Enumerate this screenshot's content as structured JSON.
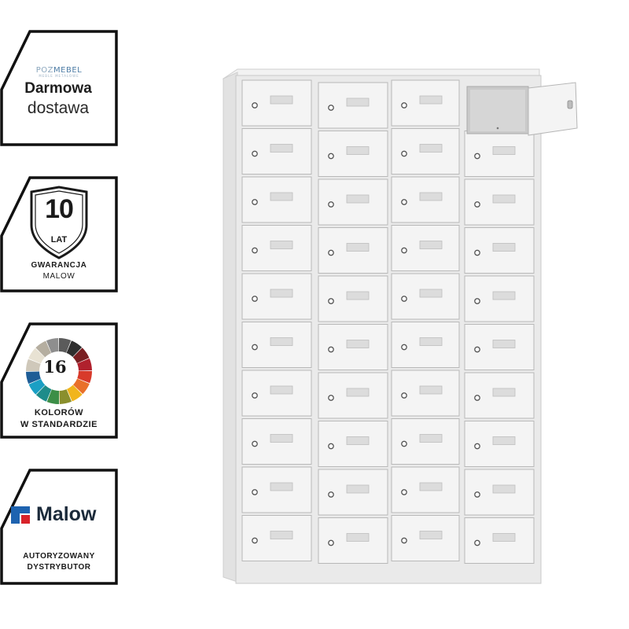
{
  "badges": {
    "delivery": {
      "logo_left": "POZ",
      "logo_right": "MEBEL",
      "logo_sub": "MEBLE METALOWE",
      "line1": "Darmowa",
      "line2": "dostawa"
    },
    "warranty": {
      "years": "10",
      "unit": "LAT",
      "line1": "GWARANCJA",
      "line2": "MALOW"
    },
    "colors": {
      "count": "16",
      "line1": "KOLORÓW",
      "line2": "W STANDARDZIE",
      "palette": [
        "#5b5b5b",
        "#2f2f2f",
        "#7a1f22",
        "#b0212d",
        "#d83a2a",
        "#e9702a",
        "#f1b51c",
        "#8a8f2d",
        "#3c8e47",
        "#1e8c8a",
        "#1a9fc4",
        "#1e5d96",
        "#cfc8ba",
        "#e8e2d3",
        "#b5aea0",
        "#8e8e8e"
      ]
    },
    "distributor": {
      "brand": "Malow",
      "line1": "AUTORYZOWANY",
      "line2": "DYSTRYBUTOR",
      "brand_colors": [
        "#1e63b0",
        "#d8232a"
      ]
    }
  },
  "cabinet": {
    "columns": 4,
    "rows": 10,
    "open_door": {
      "row": 1,
      "column": 4
    },
    "color": "#e6e6e6"
  }
}
